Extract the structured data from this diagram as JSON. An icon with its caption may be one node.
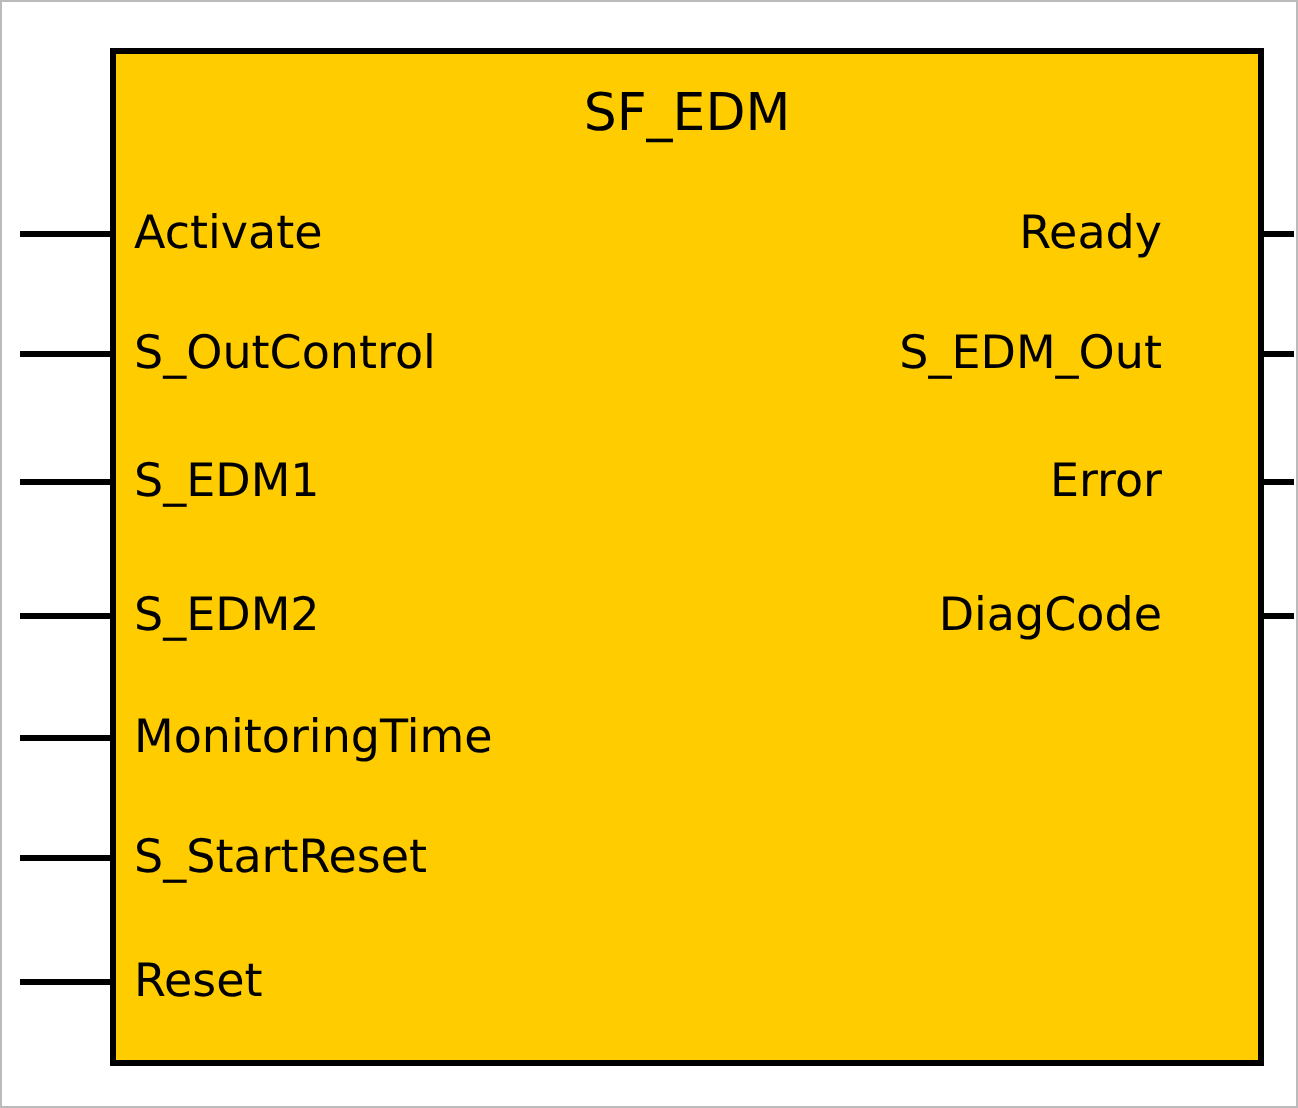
{
  "diagram": {
    "nodes": [
      {
        "text": [
          "SF_EDM",
          "Activate",
          "Ready",
          "S_OutControl",
          "S_EDM_Out",
          "S_EDM1",
          "Error",
          "S_EDM2",
          "DiagCode",
          "MonitoringTime",
          "S_StartReset",
          "Reset"
        ]
      }
    ]
  }
}
